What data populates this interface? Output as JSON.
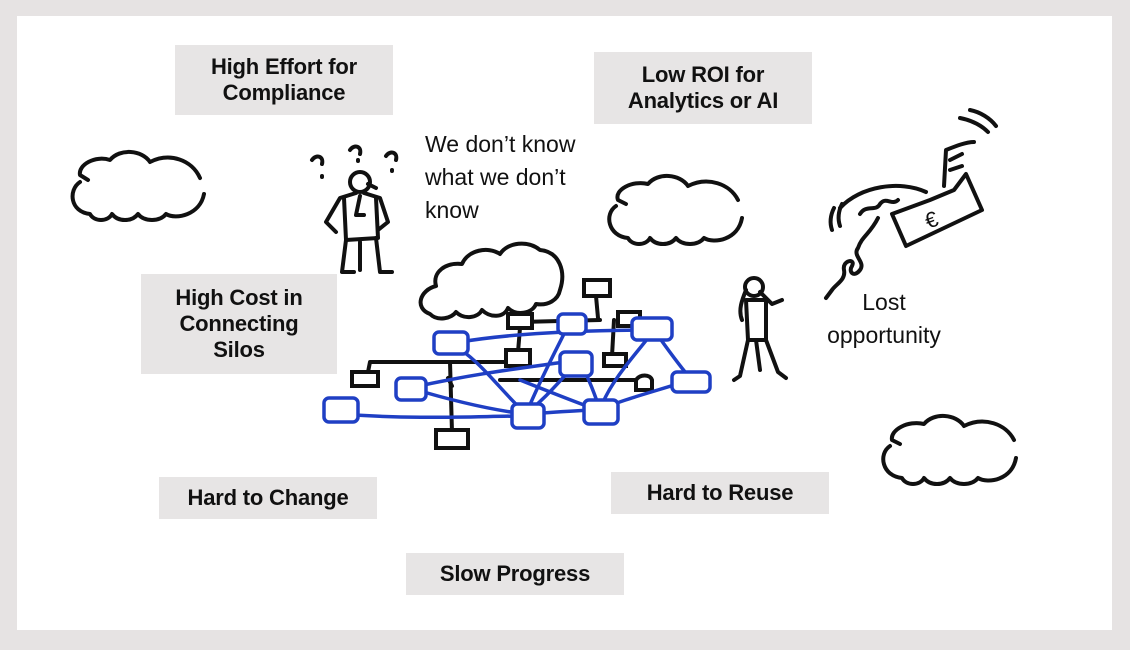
{
  "slide": {
    "background_color": "#e6e3e3",
    "panel_color": "#ffffff",
    "label_bg_color": "#e7e5e5",
    "network_color": "#1f3fc4"
  },
  "labels": {
    "high_effort": "High Effort for\nCompliance",
    "low_roi": "Low ROI for\nAnalytics or AI",
    "high_cost": "High Cost in\nConnecting\nSilos",
    "hard_to_change": "Hard to Change",
    "hard_to_reuse": "Hard to Reuse",
    "slow_progress": "Slow Progress"
  },
  "captions": {
    "unknown": "We don’t know\nwhat we don’t\nknow",
    "lost_opportunity": "Lost\nopportunity"
  },
  "icons": {
    "euro_symbol": "€"
  }
}
